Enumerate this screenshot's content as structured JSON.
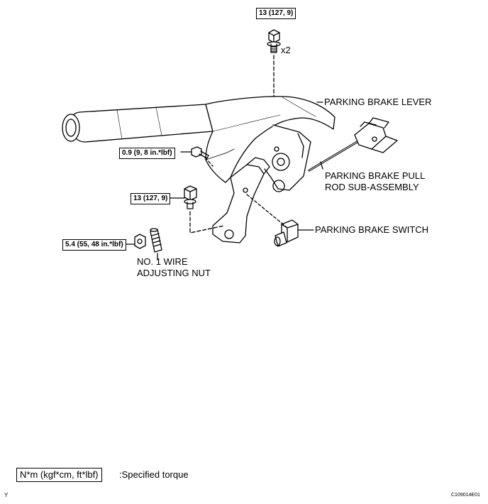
{
  "torques": {
    "top": "13 (127, 9)",
    "screw": "0.9 (9, 8 in.*lbf)",
    "mid": "13 (127, 9)",
    "nut": "5.4 (55, 48 in.*lbf)"
  },
  "multiplier": "x2",
  "parts": {
    "lever": "PARKING BRAKE LEVER",
    "pull_rod_line1": "PARKING BRAKE PULL",
    "pull_rod_line2": "ROD SUB-ASSEMBLY",
    "switch": "PARKING BRAKE SWITCH",
    "nut_line1": "NO. 1 WIRE",
    "nut_line2": "ADJUSTING NUT"
  },
  "legend": {
    "unit_box": "N*m (kgf*cm, ft*lbf)",
    "text": ":Specified torque"
  },
  "corner_mark": "Y",
  "figure_code": "C109014E01"
}
